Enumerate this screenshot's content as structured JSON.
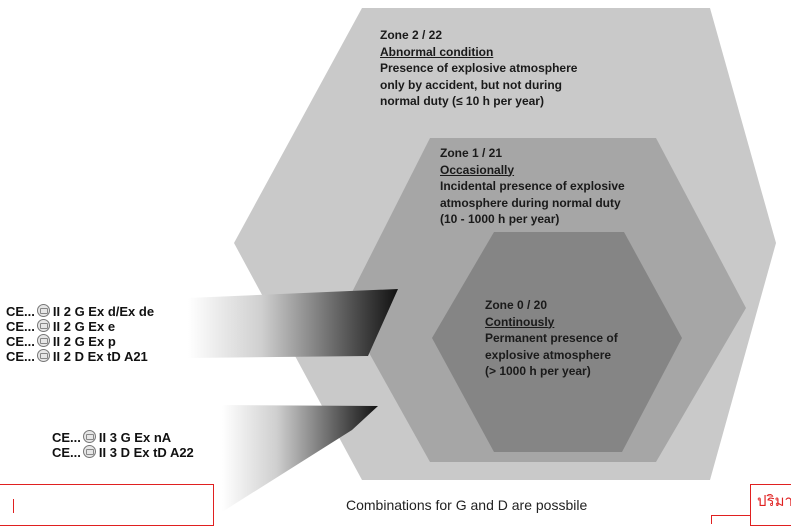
{
  "zones": {
    "zone2": {
      "title": "Zone 2 / 22",
      "condition": "Abnormal condition",
      "line1": "Presence of explosive atmosphere",
      "line2": "only by accident, but not during",
      "line3": "normal duty (≤ 10 h per year)",
      "color": "#c9c9c9"
    },
    "zone1": {
      "title": "Zone 1 / 21",
      "condition": "Occasionally",
      "line1": "Incidental presence of explosive",
      "line2": "atmosphere during normal duty",
      "line3": "(10 - 1000 h per year)",
      "color": "#a6a6a6"
    },
    "zone0": {
      "title": "Zone 0 / 20",
      "condition": "Continously",
      "line1": "Permanent presence of",
      "line2": "explosive atmosphere",
      "line3": "(> 1000 h per year)",
      "color": "#858585"
    }
  },
  "markings_zone1": [
    {
      "prefix": "CE...",
      "code": "II 2 G Ex d/Ex de"
    },
    {
      "prefix": "CE...",
      "code": "II 2 G Ex e"
    },
    {
      "prefix": "CE...",
      "code": "II 2 G Ex p"
    },
    {
      "prefix": "CE...",
      "code": "II 2 D Ex tD A21"
    }
  ],
  "markings_zone2": [
    {
      "prefix": "CE...",
      "code": "II 3 G Ex nA"
    },
    {
      "prefix": "CE...",
      "code": "II 3 D Ex tD A22"
    }
  ],
  "caption": "Combinations for G and D are possbile",
  "overlay_fragment": "ปริมา",
  "overlay_color": "#e02020",
  "ex_symbol_icon": "ex-hexagon-icon"
}
